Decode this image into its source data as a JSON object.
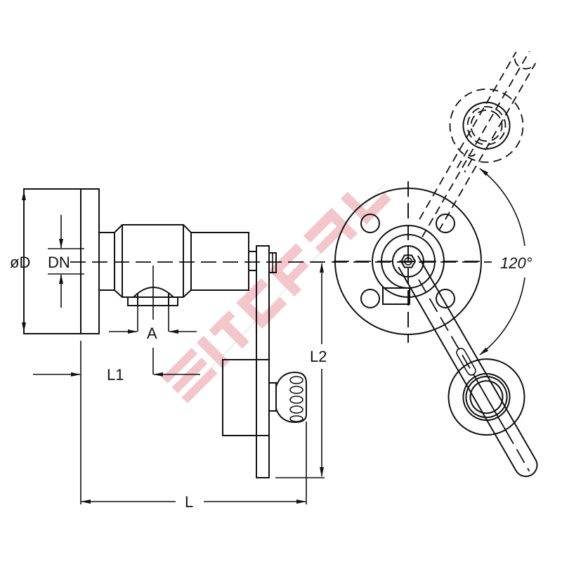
{
  "drawing": {
    "labels": {
      "diameter": "øD",
      "nominal": "DN",
      "a": "A",
      "l1": "L1",
      "l2": "L2",
      "l": "L",
      "angle": "120°"
    },
    "colors": {
      "line": "#111111",
      "watermark": "#f3c6cc"
    }
  }
}
